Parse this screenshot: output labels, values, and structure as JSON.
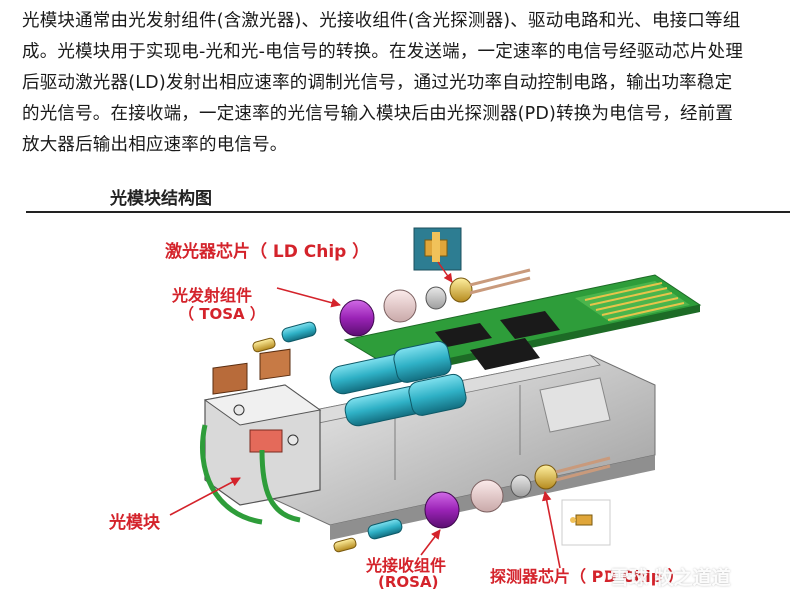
{
  "paragraph": [
    "光模块通常由光发射组件(含激光器)、光接收组件(含光探测器)、驱动电路和光、电接口等组",
    "成。光模块用于实现电-光和光-电信号的转换。在发送端，一定速率的电信号经驱动芯片处理",
    "后驱动激光器(LD)发射出相应速率的调制光信号，通过光功率自动控制电路，输出功率稳定",
    "的光信号。在接收端，一定速率的光信号输入模块后由光探测器(PD)转换为电信号，经前置",
    "放大器后输出相应速率的电信号。"
  ],
  "figure": {
    "title": "光模块结构图",
    "labels": {
      "ld_chip": "激光器芯片（ LD Chip ）",
      "tosa_line1": "光发射组件",
      "tosa_line2": "（ TOSA ）",
      "module": "光模块",
      "rosa_line1": "光接收组件",
      "rosa_line2": "(ROSA)",
      "pd_chip": "探测器芯片（ PD Chip ）"
    },
    "watermark": "雪球 牧之道道"
  },
  "colors": {
    "label_red": "#d4232b",
    "pcb_green": "#2e9d3a",
    "lens_cyan": "#35b3c8",
    "isolator_purple": "#8e1fa8",
    "housing_gray": "#c9c9c9"
  }
}
